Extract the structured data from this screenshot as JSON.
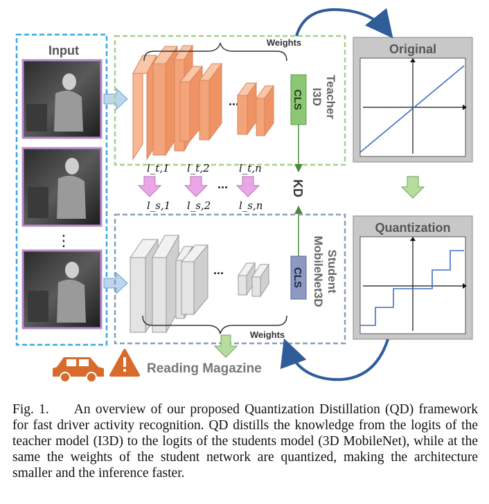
{
  "input": {
    "label": "Input",
    "ellipsis": "⋮"
  },
  "teacher": {
    "label_line1": "Teacher",
    "label_line2": "I3D",
    "weights_label": "Weights",
    "cls_label": "CLS",
    "ellipsis": "..."
  },
  "student": {
    "label_line1": "Student",
    "label_line2": "MobileNet3D",
    "weights_label": "Weights",
    "cls_label": "CLS",
    "ellipsis": "..."
  },
  "kd_label": "KD",
  "logits": {
    "teacher": [
      "l_t,1",
      "l_t,2",
      "l_t,n"
    ],
    "student": [
      "l_s,1",
      "l_s,2",
      "l_s,n"
    ],
    "ellipsis": "..."
  },
  "plots": {
    "original_title": "Original",
    "quantization_title": "Quantization"
  },
  "result": {
    "label": "Reading Magazine"
  },
  "colors": {
    "input_border": "#3aa7dc",
    "teacher_border": "#a6d08a",
    "student_border": "#8a9fb6",
    "teacher_block": "#f4a47a",
    "student_block": "#e6e6e6",
    "teacher_cls": "#7fbf6a",
    "student_cls": "#8e99c2",
    "plot_line": "#3a6fc0",
    "plot_panel": "#c8c8c8",
    "logit_arrow": "#eba6e8",
    "car": "#d86b2c",
    "warning": "#d86b2c",
    "curve_arrow": "#2e5d99"
  },
  "caption": {
    "label": "Fig. 1.",
    "text": "An overview of our proposed Quantization Distillation (QD) framework for fast driver activity recognition. QD distills the knowledge from the logits of the teacher model (I3D) to the logits of the students model (3D MobileNet), while at the same the weights of the student network are quantized, making the architecture smaller and the inference faster."
  }
}
